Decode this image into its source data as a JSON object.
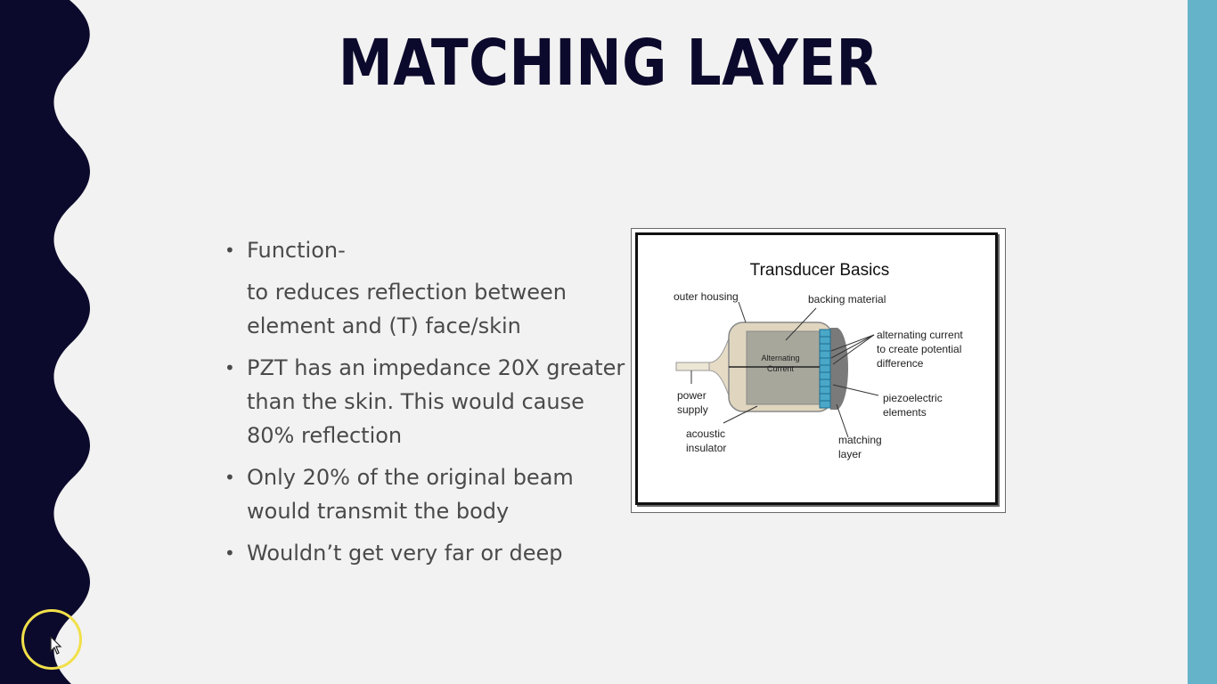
{
  "slide": {
    "title": "MATCHING LAYER",
    "bullets": [
      {
        "type": "bullet",
        "text": "Function-"
      },
      {
        "type": "plain",
        "text": "to reduces reflection between element and (T) face/skin"
      },
      {
        "type": "bullet",
        "text": "PZT has an impedance 20X greater than the skin. This would cause 80% reflection"
      },
      {
        "type": "bullet",
        "text": "Only 20% of the original beam would transmit the body"
      },
      {
        "type": "bullet",
        "text": "Wouldn’t get very far or deep"
      }
    ]
  },
  "figure": {
    "title": "Transducer Basics",
    "labels": {
      "outer_housing": "outer housing",
      "backing_material": "backing material",
      "alternating_current_line1": "alternating current",
      "alternating_current_line2": "to create potential",
      "alternating_current_line3": "difference",
      "center_line1": "Alternating",
      "center_line2": "Current",
      "power_line1": "power",
      "power_line2": "supply",
      "piezo_line1": "piezoelectric",
      "piezo_line2": "elements",
      "acoustic_line1": "acoustic",
      "acoustic_line2": "insulator",
      "matching_line1": "matching",
      "matching_line2": "layer"
    }
  },
  "colors": {
    "band": "#0c0a2c",
    "accent_stripe": "#64b3c9",
    "title": "#0c0a2c",
    "body_text": "#4a4a4a",
    "cursor_ring": "#f1e04a"
  },
  "icons": {
    "cursor": "mouse-pointer-icon",
    "highlight": "cursor-highlight-ring"
  }
}
